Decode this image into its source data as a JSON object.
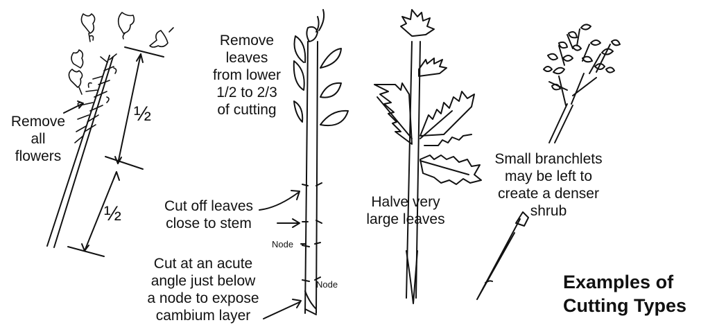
{
  "labels": {
    "remove_flowers": [
      "Remove",
      "all",
      "flowers"
    ],
    "half_upper": "½",
    "half_lower": "½",
    "remove_leaves": [
      "Remove",
      "leaves",
      "from lower",
      "1/2 to 2/3",
      "of cutting"
    ],
    "cut_off_leaves": [
      "Cut off leaves",
      "close to stem"
    ],
    "node_upper": "Node",
    "node_lower": "Node",
    "cut_acute": [
      "Cut at an acute",
      "angle just below",
      "a node to expose",
      "cambium layer"
    ],
    "halve_leaves": [
      "Halve very",
      "large leaves"
    ],
    "small_branchlets": [
      "Small branchlets",
      "may be left to",
      "create a denser",
      "shrub"
    ]
  },
  "title": [
    "Examples of",
    "Cutting Types"
  ]
}
